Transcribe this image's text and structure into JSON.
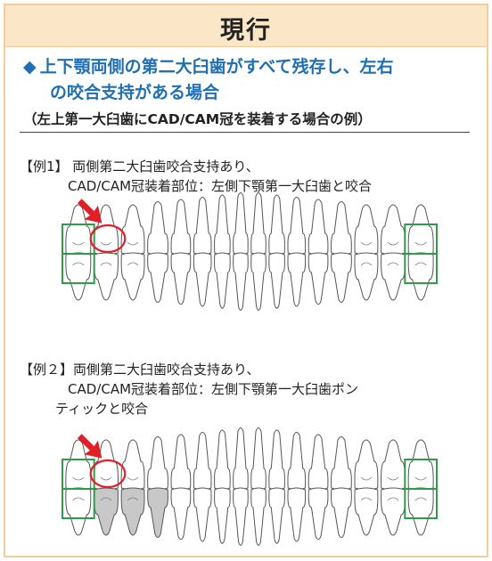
{
  "title": "現行",
  "heading": {
    "bullet": "◆",
    "line1": "上下顎両側の第二大臼歯がすべて残存し、左右",
    "line2": "の咬合支持がある場合"
  },
  "subheading": "（左上第一大臼歯にCAD/CAM冠を装着する場合の例）",
  "example1": {
    "line1": "【例1】 両側第二大臼歯咬合支持あり、",
    "line2": "CAD/CAM冠装着部位：左側下顎第一大臼歯と咬合"
  },
  "example2": {
    "line1": "【例２】両側第二大臼歯咬合支持あり、",
    "line2": "CAD/CAM冠装着部位：左側下顎第一大臼歯ポン",
    "line3": "ティックと咬合"
  },
  "colors": {
    "frame": "#f2ce9b",
    "title_bg": "#fbe6c8",
    "heading": "#1f6fb2",
    "support_box": "#2f9a4a",
    "crown_circle": "#e01f26",
    "arrow": "#e01f26",
    "pontic_fill": "#c8c8c8"
  }
}
